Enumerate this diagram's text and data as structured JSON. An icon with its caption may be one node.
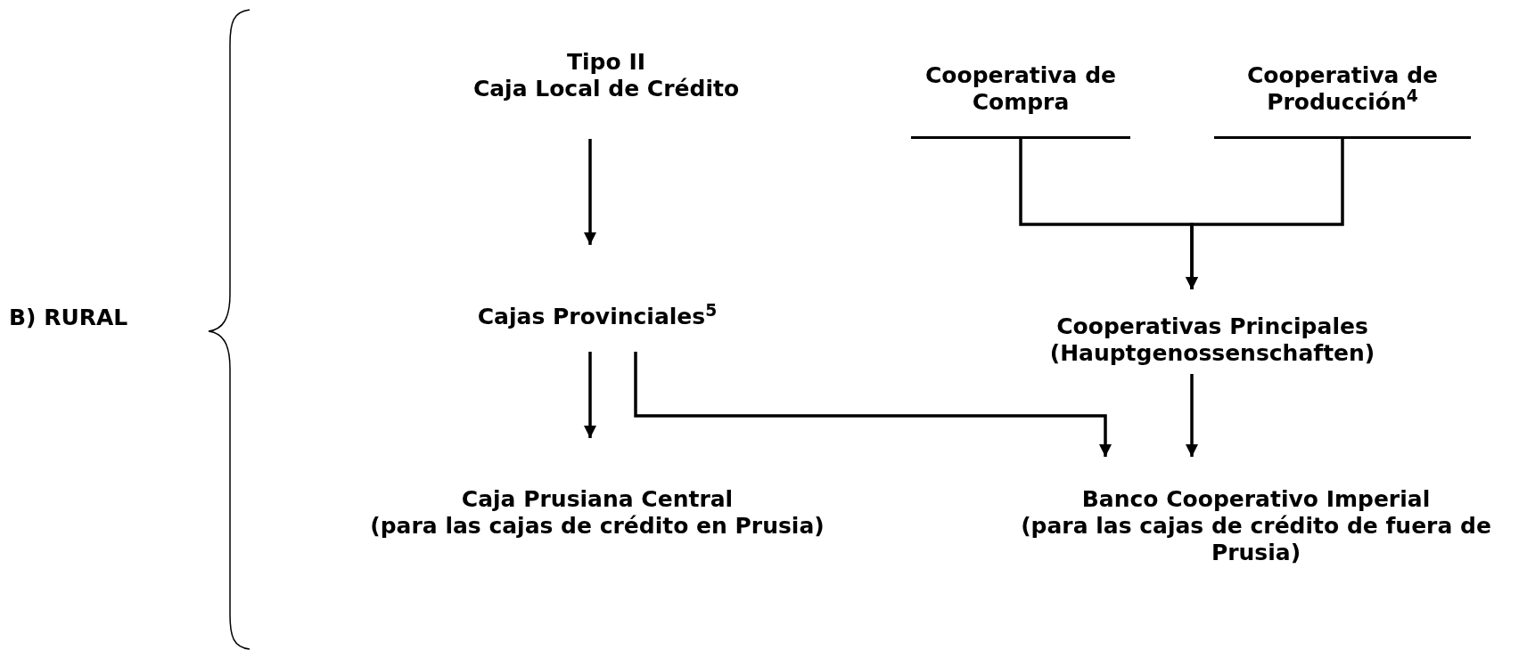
{
  "diagram": {
    "nodes": [
      {
        "text": [
          "B) RURAL"
        ]
      },
      {
        "text": [
          "Tipo II",
          "Caja Local de Crédito"
        ]
      },
      {
        "text": [
          "Cooperativa de Compra"
        ]
      },
      {
        "text": [
          "Cooperativa de Producción$^{4}$"
        ]
      },
      {
        "text": [
          "Cajas Provinciales$^{5}$"
        ]
      },
      {
        "text": [
          "Cooperativas Principales",
          "(Hauptgenossenschaften)"
        ]
      },
      {
        "text": [
          "Caja Prusiana Central",
          "(para las cajas de crédito en Prusia)"
        ]
      },
      {
        "text": [
          "Banco Cooperativo Imperial",
          "(para las cajas de crédito de fuera de Prusia)"
        ]
      }
    ],
    "edges": [
      {
        "from": 1,
        "to": 4,
        "arrow": "to"
      },
      {
        "from": 2,
        "to": 5,
        "arrow": "to"
      },
      {
        "from": 3,
        "to": 5,
        "arrow": "to"
      },
      {
        "from": 4,
        "to": 6,
        "arrow": "to"
      },
      {
        "from": 4,
        "to": 7,
        "arrow": "to"
      },
      {
        "from": 5,
        "to": 7,
        "arrow": "to"
      }
    ]
  }
}
